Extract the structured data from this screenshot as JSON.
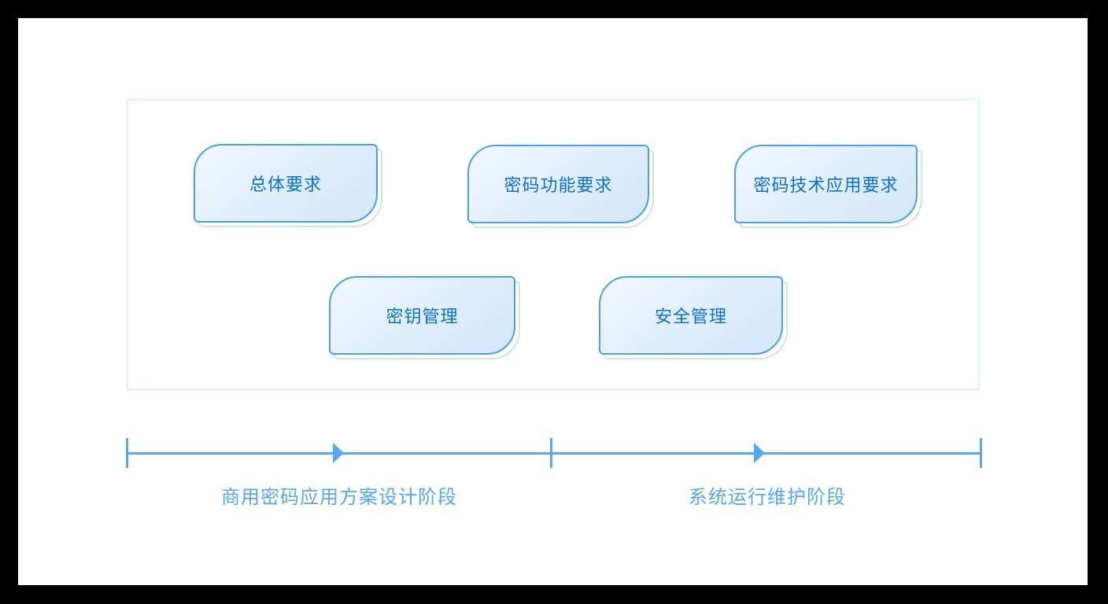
{
  "colors": {
    "frame_background": "#000000",
    "page_background": "#ffffff",
    "panel_border": "#e9f3fd",
    "node_border": "#4aa0e8",
    "node_fill_light": "#f1f8fe",
    "node_fill_dark": "#d2e8fa",
    "node_echo_outline": "#cbe3f7",
    "node_text": "#0c6fd3",
    "timeline_blue": "#57a8ef"
  },
  "nodes": [
    {
      "label": "总体要求"
    },
    {
      "label": "密码功能要求"
    },
    {
      "label": "密码技术应用要求"
    },
    {
      "label": "密钥管理"
    },
    {
      "label": "安全管理"
    }
  ],
  "timeline": {
    "phases": [
      {
        "label": "商用密码应用方案设计阶段"
      },
      {
        "label": "系统运行维护阶段"
      }
    ]
  }
}
